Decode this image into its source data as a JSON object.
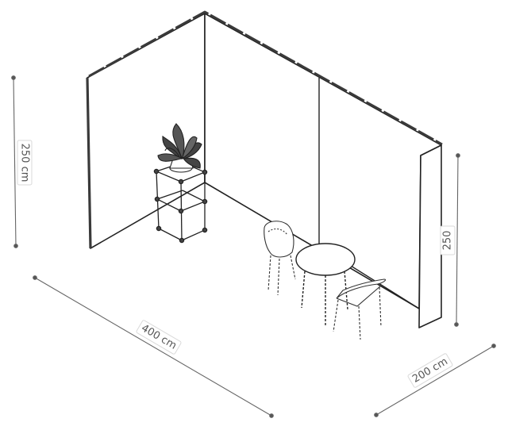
{
  "dimensions": {
    "height_left": "250 cm",
    "height_right": "250",
    "width": "400 cm",
    "depth": "200 cm"
  },
  "colors": {
    "line": "#222222",
    "dimension_line": "#666666",
    "label_text": "#555555",
    "wall_edge": "#3a3a3a"
  },
  "icons": [
    "plant-icon",
    "chair-icon",
    "table-icon",
    "shelf-icon"
  ]
}
